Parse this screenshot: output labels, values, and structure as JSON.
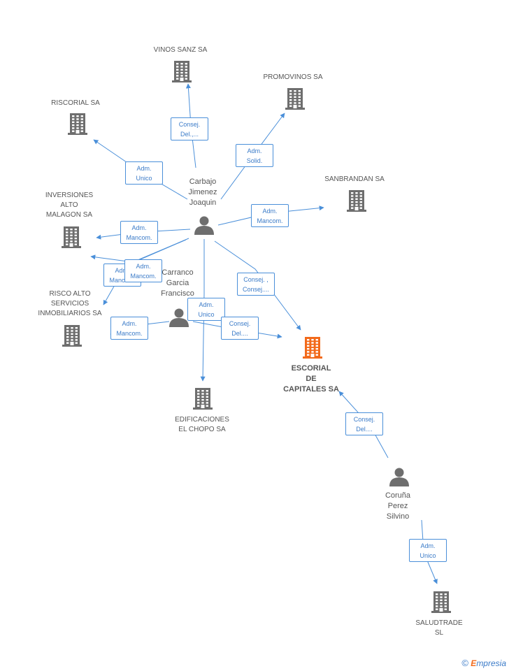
{
  "colors": {
    "edge": "#4a8fd9",
    "company": "#6e6e6e",
    "focus_company": "#f26a1b",
    "person": "#6e6e6e"
  },
  "companies": [
    {
      "id": "vinos_sanz",
      "lines": [
        "VINOS SANZ SA"
      ]
    },
    {
      "id": "promovinos",
      "lines": [
        "PROMOVINOS SA"
      ]
    },
    {
      "id": "riscorial",
      "lines": [
        "RISCORIAL SA"
      ]
    },
    {
      "id": "sanbrandan",
      "lines": [
        "SANBRANDAN SA"
      ]
    },
    {
      "id": "inversiones",
      "lines": [
        "INVERSIONES",
        "ALTO",
        "MALAGON SA"
      ]
    },
    {
      "id": "risco_alto",
      "lines": [
        "RISCO ALTO",
        "SERVICIOS",
        "INMOBILIARIOS SA"
      ]
    },
    {
      "id": "escorial",
      "lines": [
        "ESCORIAL",
        "DE",
        "CAPITALES SA"
      ],
      "focus": true
    },
    {
      "id": "edificaciones",
      "lines": [
        "EDIFICACIONES",
        "EL CHOPO SA"
      ]
    },
    {
      "id": "saludtrade",
      "lines": [
        "SALUDTRADE",
        "SL"
      ]
    }
  ],
  "persons": [
    {
      "id": "carbajo",
      "lines": [
        "Carbajo",
        "Jimenez",
        "Joaquin"
      ]
    },
    {
      "id": "carranco",
      "lines": [
        "Carranco",
        "Garcia",
        "Francisco"
      ]
    },
    {
      "id": "coruna",
      "lines": [
        "Coruña",
        "Perez",
        "Silvino"
      ]
    }
  ],
  "relations": [
    {
      "lines": [
        "Consej.",
        "Del.,..."
      ]
    },
    {
      "lines": [
        "Adm.",
        "Solid."
      ]
    },
    {
      "lines": [
        "Adm.",
        "Unico"
      ]
    },
    {
      "lines": [
        "Adm.",
        "Mancom."
      ]
    },
    {
      "lines": [
        "Adm.",
        "Mancom."
      ]
    },
    {
      "lines": [
        "Adm.",
        "Mancom."
      ]
    },
    {
      "lines": [
        "Adm.",
        "Mancom."
      ]
    },
    {
      "lines": [
        "Consej. ,",
        "Consej...."
      ]
    },
    {
      "lines": [
        "Adm.",
        "Mancom."
      ]
    },
    {
      "lines": [
        "Adm.",
        "Unico"
      ]
    },
    {
      "lines": [
        "Consej.",
        "Del...."
      ]
    },
    {
      "lines": [
        "Consej.",
        "Del...."
      ]
    },
    {
      "lines": [
        "Adm.",
        "Unico"
      ]
    }
  ],
  "brand": {
    "copyright": "©",
    "initial": "E",
    "rest": "mpresia"
  }
}
